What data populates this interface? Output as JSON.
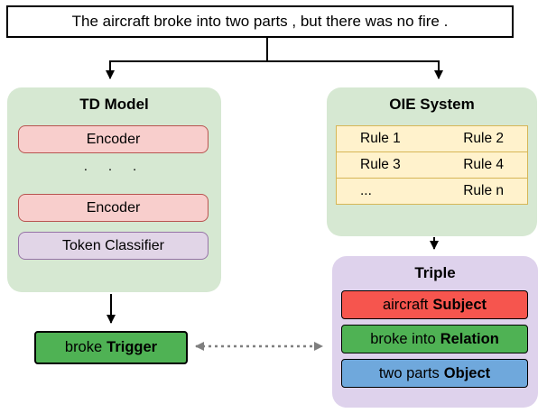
{
  "sentence": "The aircraft broke into two parts , but there was no fire .",
  "td_model": {
    "title": "TD Model",
    "encoder_top": "Encoder",
    "ellipsis": "· · ·",
    "encoder_bottom": "Encoder",
    "token_classifier": "Token Classifier"
  },
  "oie_system": {
    "title": "OIE System",
    "rules": [
      {
        "left": "Rule 1",
        "right": "Rule 2"
      },
      {
        "left": "Rule 3",
        "right": "Rule 4"
      },
      {
        "left": "...",
        "right": "Rule n"
      }
    ]
  },
  "trigger": {
    "text": "broke",
    "label": "Trigger",
    "color": "#4fb254"
  },
  "triple": {
    "title": "Triple",
    "items": [
      {
        "text": "aircraft",
        "label": "Subject",
        "color": "#f6554e"
      },
      {
        "text": "broke into",
        "label": "Relation",
        "color": "#4fb254"
      },
      {
        "text": "two parts",
        "label": "Object",
        "color": "#6fa8dc"
      }
    ]
  },
  "colors": {
    "model_container_green": "#d6e8d2",
    "triple_container_purple": "#ded2ec",
    "encoder_pink": "#f8cecc",
    "encoder_border": "#b85450",
    "classifier_purple": "#e1d5e7",
    "classifier_border": "#9673a6",
    "rule_yellow": "#fff2cc",
    "rule_border": "#d6b656",
    "arrow_black": "#000000",
    "dashed_arrow_gray": "#7f7f7f"
  }
}
